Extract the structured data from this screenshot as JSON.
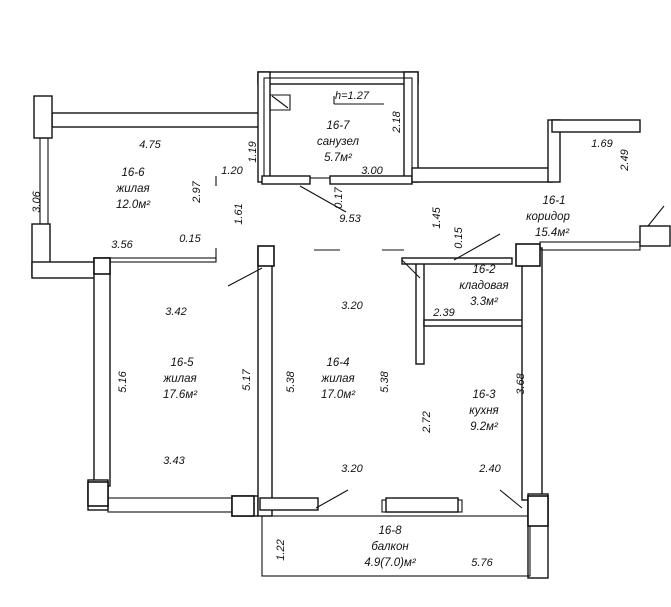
{
  "rooms": {
    "r16_1": {
      "id": "16-1",
      "name": "коридор",
      "area": "15.4м²"
    },
    "r16_2": {
      "id": "16-2",
      "name": "кладовая",
      "area": "3.3м²"
    },
    "r16_3": {
      "id": "16-3",
      "name": "кухня",
      "area": "9.2м²"
    },
    "r16_4": {
      "id": "16-4",
      "name": "жилая",
      "area": "17.0м²"
    },
    "r16_5": {
      "id": "16-5",
      "name": "жилая",
      "area": "17.6м²"
    },
    "r16_6": {
      "id": "16-6",
      "name": "жилая",
      "area": "12.0м²"
    },
    "r16_7": {
      "id": "16-7",
      "name": "санузел",
      "area": "5.7м²"
    },
    "r16_8": {
      "id": "16-8",
      "name": "балкон",
      "area": "4.9(7.0)м²"
    }
  },
  "dims": {
    "h": "h=1.27",
    "d2_18": "2.18",
    "d4_75": "4.75",
    "d1_19": "1.19",
    "d1_20": "1.20",
    "d3_00": "3.00",
    "d2_97": "2.97",
    "d1_61": "1.61",
    "d0_17": "0.17",
    "d3_06": "3.06",
    "d9_53": "9.53",
    "d1_45": "1.45",
    "d0_15a": "0.15",
    "d3_56": "3.56",
    "d0_15b": "0.15",
    "d1_69": "1.69",
    "d2_49": "2.49",
    "d3_42": "3.42",
    "d3_20a": "3.20",
    "d2_39": "2.39",
    "d5_16": "5.16",
    "d5_17": "5.17",
    "d5_38a": "5.38",
    "d5_38b": "5.38",
    "d3_68": "3.68",
    "d2_72": "2.72",
    "d3_43": "3.43",
    "d3_20b": "3.20",
    "d2_40": "2.40",
    "d1_22": "1.22",
    "d5_76": "5.76"
  }
}
